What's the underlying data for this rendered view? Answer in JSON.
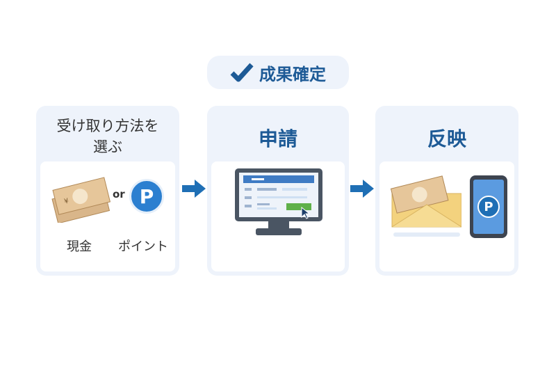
{
  "badge": {
    "icon": "check-icon",
    "label": "成果確定"
  },
  "steps": [
    {
      "title": "受け取り方法を選ぶ",
      "title_line1": "受け取り方法を",
      "title_line2": "選ぶ",
      "or": "or",
      "cash_label": "現金",
      "point_label": "ポイント",
      "point_symbol": "P"
    },
    {
      "title": "申請"
    },
    {
      "title": "反映",
      "point_symbol": "P"
    }
  ],
  "colors": {
    "accent": "#1d5a96",
    "arrow": "#1f6fb5",
    "card": "#eef3fb",
    "point": "#2b7fd0",
    "button": "#5fb04a"
  }
}
